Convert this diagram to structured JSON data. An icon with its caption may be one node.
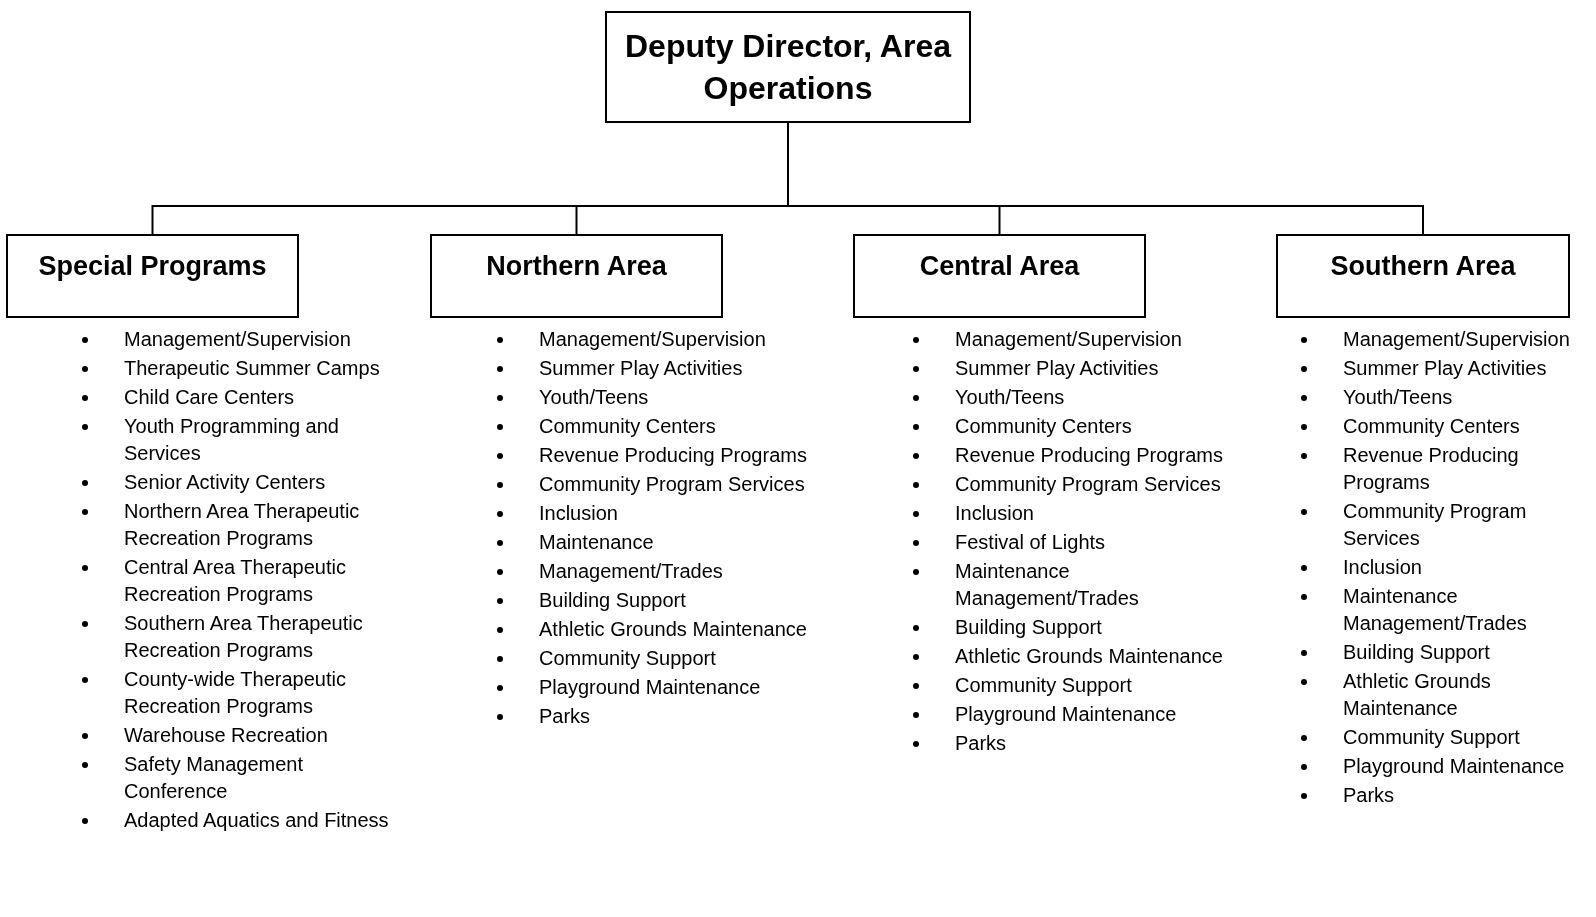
{
  "diagram": {
    "nodes": [
      {
        "text": [
          "Deputy Director, Area Operations"
        ]
      },
      {
        "text": [
          "Special Programs"
        ],
        "beside": [
          "Management/Supervision",
          "Therapeutic Summer Camps",
          "Child Care Centers",
          "Youth Programming and Services",
          "Senior Activity Centers",
          "Northern Area Therapeutic Recreation Programs",
          "Central Area Therapeutic Recreation Programs",
          "Southern Area Therapeutic Recreation Programs",
          "County-wide Therapeutic Recreation Programs",
          "Warehouse Recreation",
          "Safety Management Conference",
          "Adapted Aquatics and Fitness"
        ]
      },
      {
        "text": [
          "Northern Area"
        ],
        "beside": [
          "Management/Supervision",
          "Summer Play Activities",
          "Youth/Teens",
          "Community Centers",
          "Revenue Producing Programs",
          "Community Program Services",
          "Inclusion",
          "Maintenance",
          "Management/Trades",
          "Building Support",
          "Athletic Grounds Maintenance",
          "Community Support",
          "Playground Maintenance",
          "Parks"
        ]
      },
      {
        "text": [
          "Central Area"
        ],
        "beside": [
          "Management/Supervision",
          "Summer Play Activities",
          "Youth/Teens",
          "Community Centers",
          "Revenue Producing Programs",
          "Community Program Services",
          "Inclusion",
          "Festival of Lights",
          "Maintenance Management/Trades",
          "Building Support",
          "Athletic Grounds Maintenance",
          "Community Support",
          "Playground Maintenance",
          "Parks"
        ]
      },
      {
        "text": [
          "Southern Area"
        ],
        "beside": [
          "Management/Supervision",
          "Summer Play Activities",
          "Youth/Teens",
          "Community Centers",
          "Revenue Producing Programs",
          "Community Program Services",
          "Inclusion",
          "Maintenance Management/Trades",
          "Building Support",
          "Athletic Grounds Maintenance",
          "Community Support",
          "Playground Maintenance",
          "Parks"
        ]
      }
    ],
    "edges": [
      {
        "from": 0,
        "to": 1,
        "arrow": "none"
      },
      {
        "from": 0,
        "to": 2,
        "arrow": "none"
      },
      {
        "from": 0,
        "to": 3,
        "arrow": "none"
      },
      {
        "from": 0,
        "to": 4,
        "arrow": "none"
      }
    ]
  }
}
